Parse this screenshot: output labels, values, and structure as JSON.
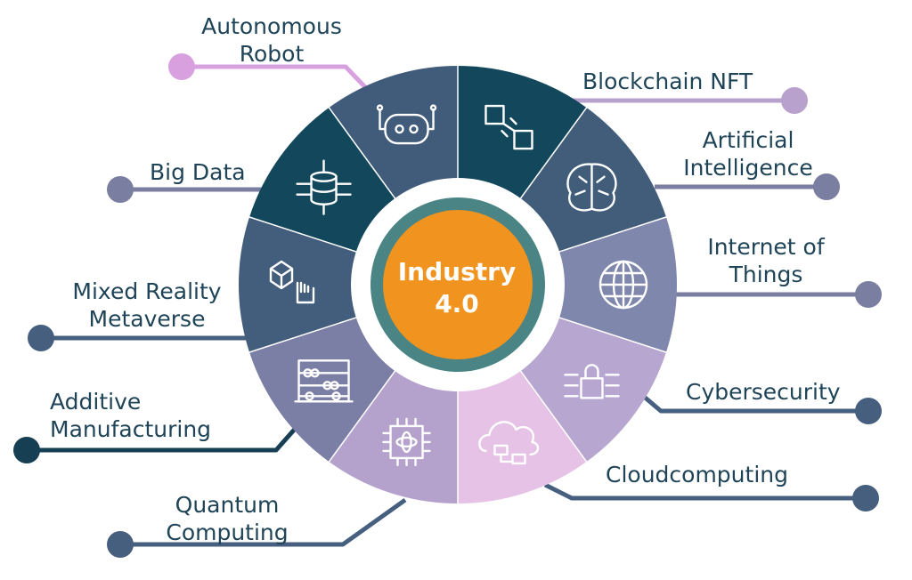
{
  "hub": {
    "line1": "Industry",
    "line2": "4.0"
  },
  "segments": [
    {
      "id": "blockchain",
      "line1": "Blockchain NFT",
      "line2": "",
      "icon": "blockchain-icon",
      "color": "#13485c",
      "node": "#b8a1cc"
    },
    {
      "id": "ai",
      "line1": "Artificial",
      "line2": "Intelligence",
      "icon": "brain-icon",
      "color": "#415d7a",
      "node": "#7a7ea0"
    },
    {
      "id": "iot",
      "line1": "Internet of",
      "line2": "Things",
      "icon": "globe-icon",
      "color": "#8087ad",
      "node": "#7a7ea0"
    },
    {
      "id": "cyber",
      "line1": "Cybersecurity",
      "line2": "",
      "icon": "lock-icon",
      "color": "#b7a7d0",
      "node": "#465f7f"
    },
    {
      "id": "cloud",
      "line1": "Cloudcomputing",
      "line2": "",
      "icon": "cloud-icon",
      "color": "#e6c3e6",
      "node": "#465f7f"
    },
    {
      "id": "quantum",
      "line1": "Quantum",
      "line2": "Computing",
      "icon": "chip-icon",
      "color": "#b5a2cc",
      "node": "#465f7f"
    },
    {
      "id": "additive",
      "line1": "Additive",
      "line2": "Manufacturing",
      "icon": "abacus-icon",
      "color": "#7b7ea5",
      "node": "#163f54"
    },
    {
      "id": "mixed",
      "line1": "Mixed Reality",
      "line2": "Metaverse",
      "icon": "vr-hand-icon",
      "color": "#435d7c",
      "node": "#465f7f"
    },
    {
      "id": "bigdata",
      "line1": "Big Data",
      "line2": "",
      "icon": "database-icon",
      "color": "#13485c",
      "node": "#7a7ea0"
    },
    {
      "id": "robot",
      "line1": "Autonomous",
      "line2": "Robot",
      "icon": "robot-icon",
      "color": "#415c7a",
      "node": "#d9a0e0"
    }
  ],
  "colors": {
    "hub_fill": "#f0931f",
    "hub_ring": "#4a8484",
    "text": "#1f4457"
  }
}
